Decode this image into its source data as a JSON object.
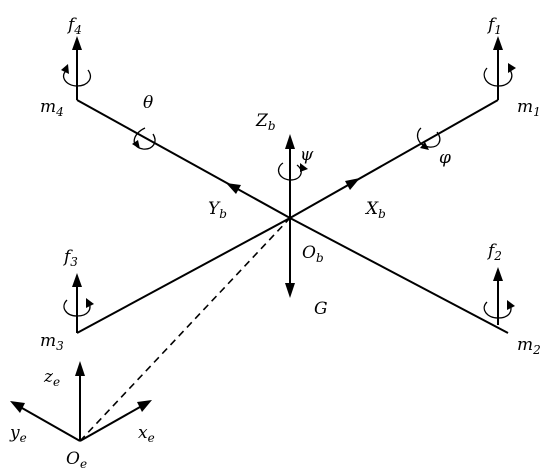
{
  "labels": {
    "f1": {
      "main": "f",
      "sub": "1"
    },
    "f2": {
      "main": "f",
      "sub": "2"
    },
    "f3": {
      "main": "f",
      "sub": "3"
    },
    "f4": {
      "main": "f",
      "sub": "4"
    },
    "m1": {
      "main": "m",
      "sub": "1"
    },
    "m2": {
      "main": "m",
      "sub": "2"
    },
    "m3": {
      "main": "m",
      "sub": "3"
    },
    "m4": {
      "main": "m",
      "sub": "4"
    },
    "Zb": {
      "main": "Z",
      "sub": "b"
    },
    "Xb": {
      "main": "X",
      "sub": "b"
    },
    "Yb": {
      "main": "Y",
      "sub": "b"
    },
    "Ob": {
      "main": "O",
      "sub": "b"
    },
    "G": {
      "main": "G"
    },
    "theta": {
      "main": "θ"
    },
    "psi": {
      "main": "ψ"
    },
    "phi": {
      "main": "φ"
    },
    "ze": {
      "main": "z",
      "sub": "e"
    },
    "xe": {
      "main": "x",
      "sub": "e"
    },
    "ye": {
      "main": "y",
      "sub": "e"
    },
    "Oe": {
      "main": "O",
      "sub": "e"
    }
  }
}
